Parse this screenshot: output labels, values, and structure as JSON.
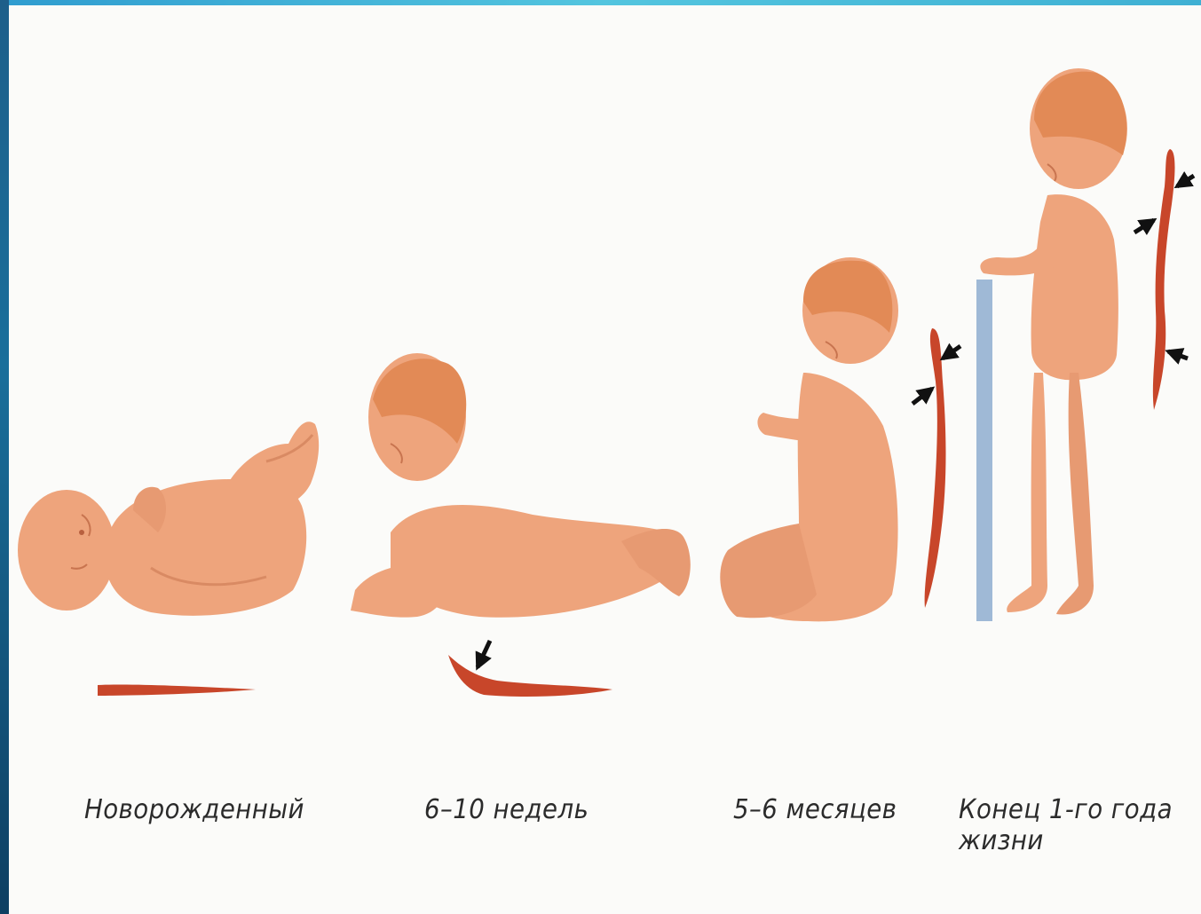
{
  "stages": [
    {
      "label": "Новорожденный"
    },
    {
      "label": "6–10 недель"
    },
    {
      "label": "5–6 месяцев"
    },
    {
      "label": "Конец 1-го года",
      "label_line2": "жизни"
    }
  ],
  "colors": {
    "skin": "#eea47c",
    "skin_shadow": "#d98a63",
    "hair": "#e28a56",
    "spine": "#c8462a",
    "support_post": "#9fb9d6",
    "arrow": "#111111",
    "background": "#fbfbf9"
  }
}
